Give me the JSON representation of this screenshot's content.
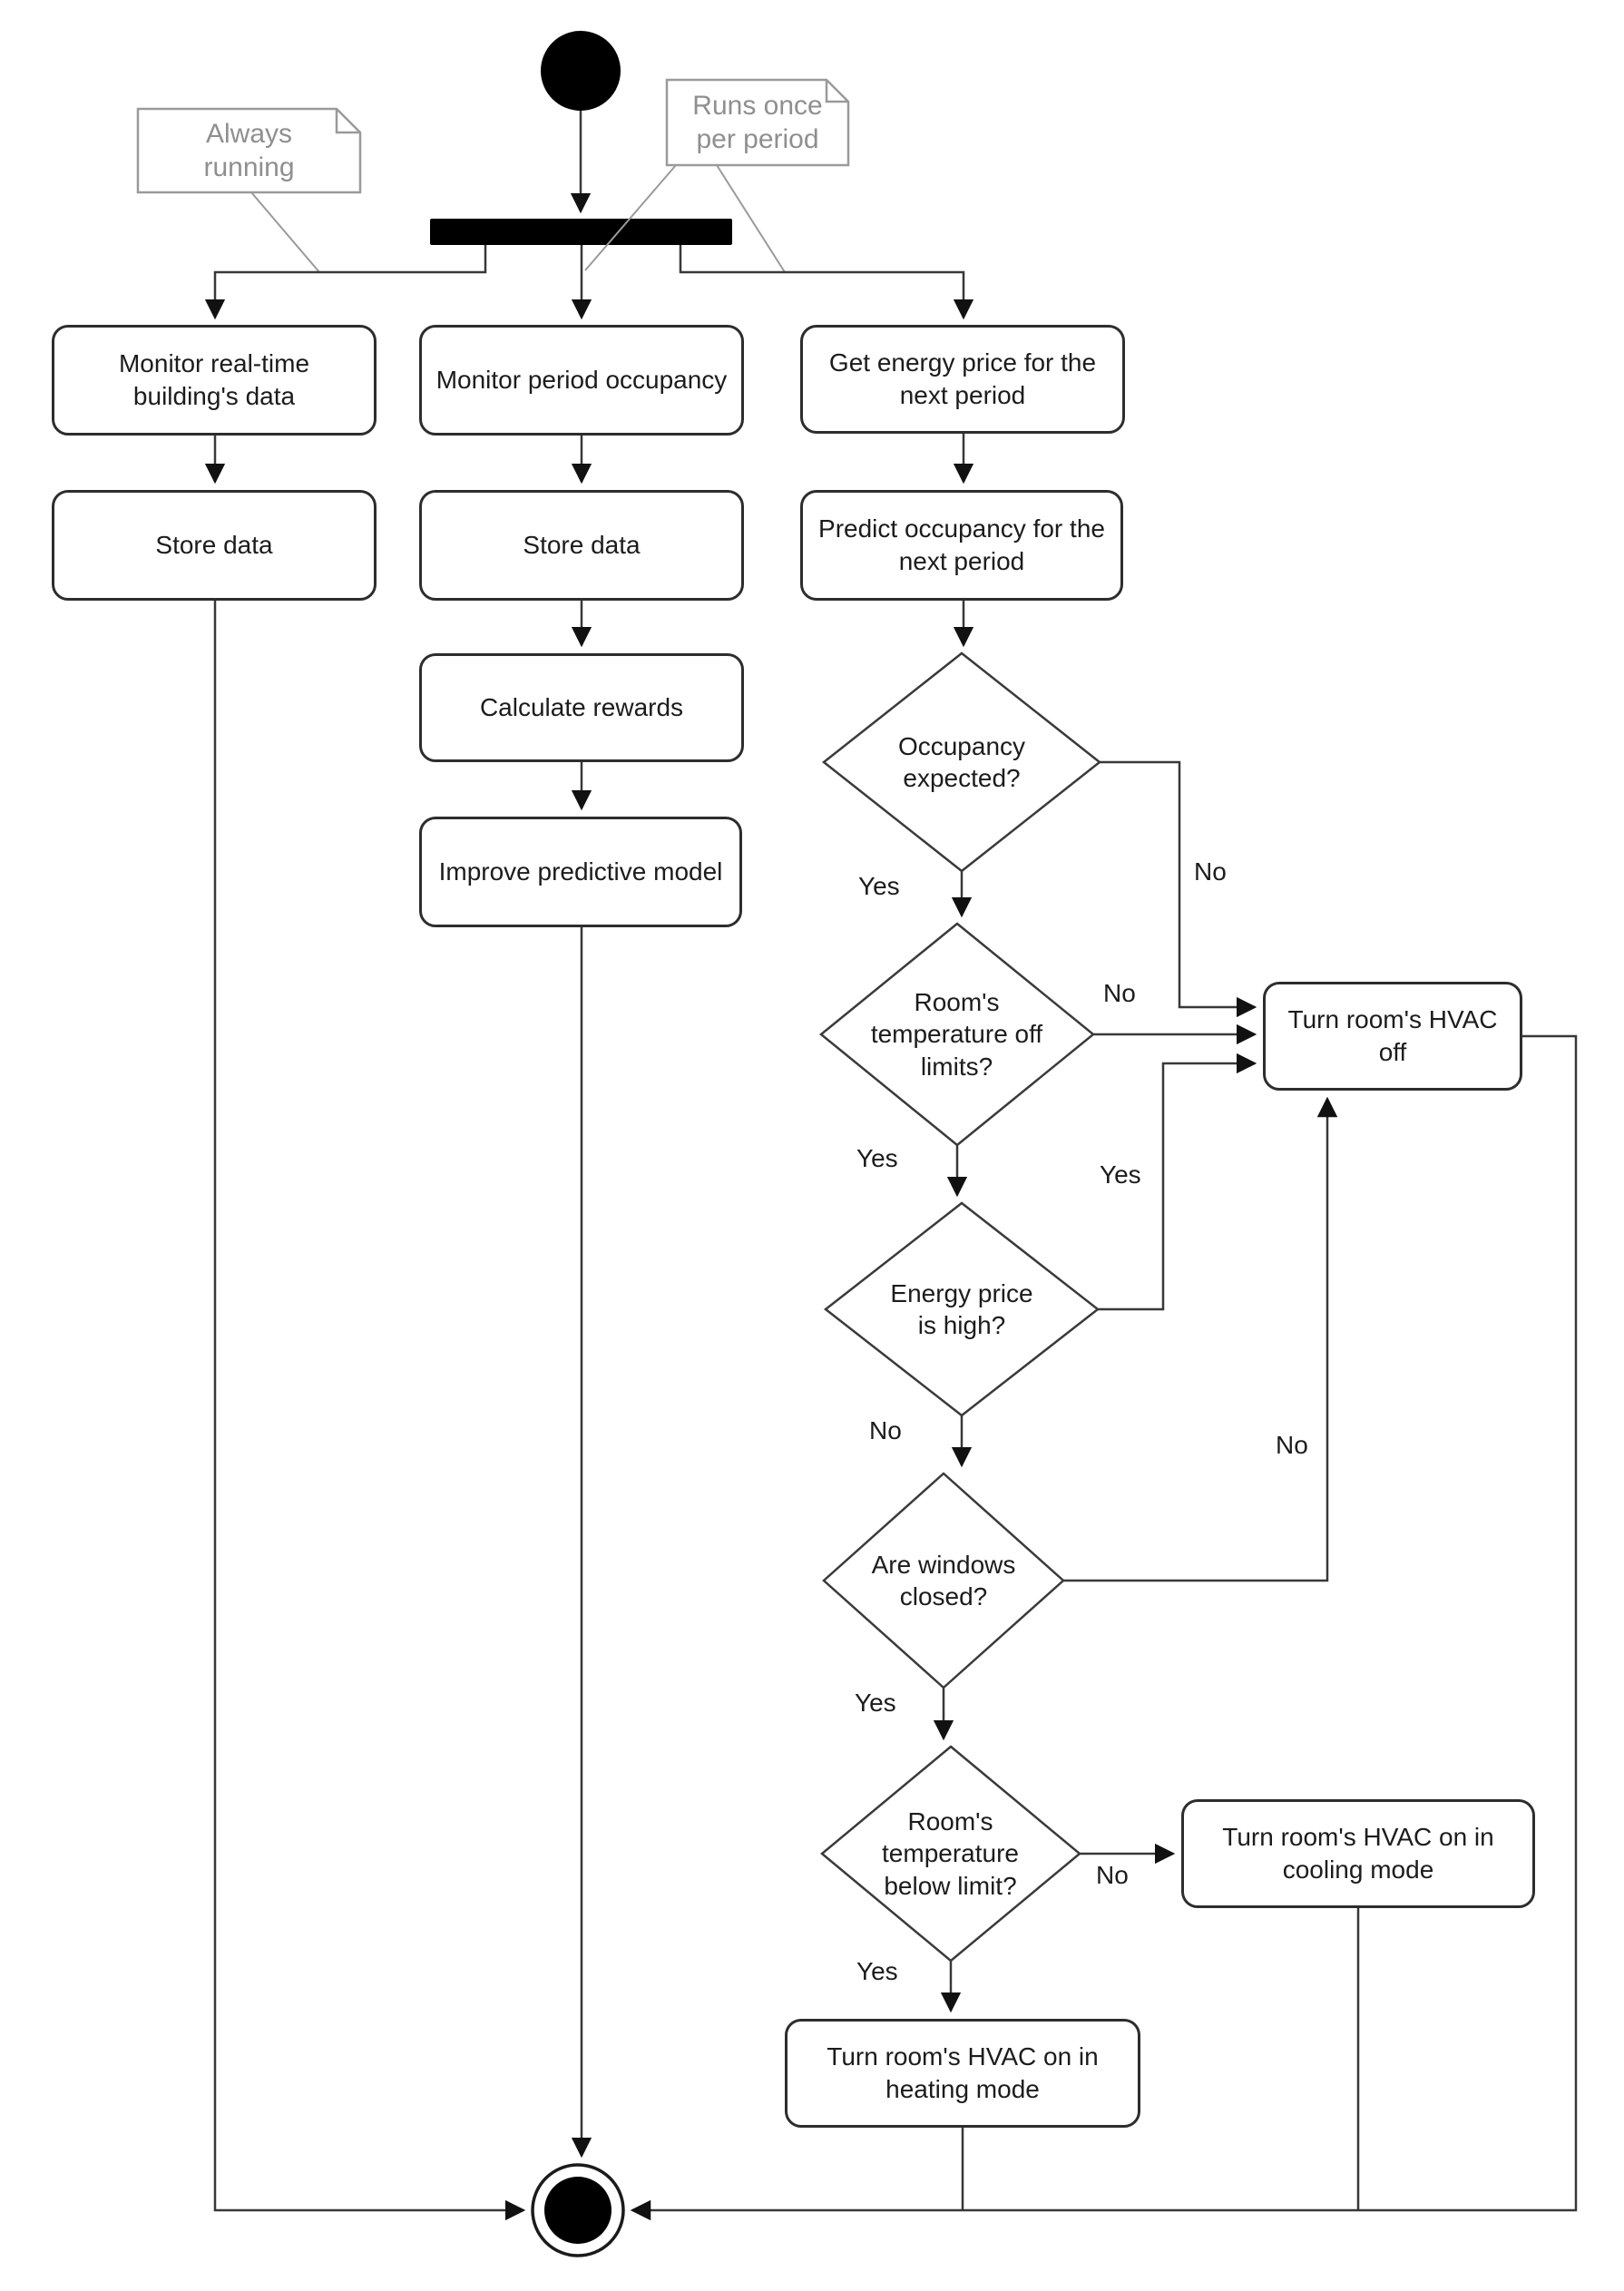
{
  "diagram_type": "uml-activity-diagram",
  "colors": {
    "background": "#ffffff",
    "node_fill": "#ffffff",
    "node_border": "#2d2d2d",
    "edge": "#383838",
    "solid_node": "#000000",
    "note_border": "#9a9a9a",
    "note_text": "#8f8f8f"
  },
  "actions": {
    "monitor_realtime": {
      "label": "Monitor real-time building's data"
    },
    "store_data_left": {
      "label": "Store data"
    },
    "monitor_period": {
      "label": "Monitor period occupancy"
    },
    "store_data_mid": {
      "label": "Store data"
    },
    "calculate_rewards": {
      "label": "Calculate rewards"
    },
    "improve_model": {
      "label": "Improve predictive model"
    },
    "get_energy_price": {
      "label": "Get energy price for the next period"
    },
    "predict_occupancy": {
      "label": "Predict occupancy for the next period"
    },
    "hvac_off": {
      "label": "Turn room's HVAC off"
    },
    "hvac_cooling": {
      "label": "Turn room's HVAC on in cooling mode"
    },
    "hvac_heating": {
      "label": "Turn room's HVAC on in heating mode"
    }
  },
  "decisions": {
    "occupancy_expected": {
      "label": "Occupancy expected?",
      "yes": "Yes",
      "no": "No"
    },
    "temp_off_limits": {
      "label": "Room's temperature off limits?",
      "yes": "Yes",
      "no": "No"
    },
    "energy_price_high": {
      "label": "Energy price is high?",
      "yes": "Yes",
      "no": "No"
    },
    "windows_closed": {
      "label": "Are windows closed?",
      "yes": "Yes",
      "no": "No"
    },
    "temp_below_limit": {
      "label": "Room's temperature below limit?",
      "yes": "Yes",
      "no": "No"
    }
  },
  "notes": {
    "always_running": {
      "text": "Always running"
    },
    "runs_once": {
      "text": "Runs once per period"
    }
  }
}
